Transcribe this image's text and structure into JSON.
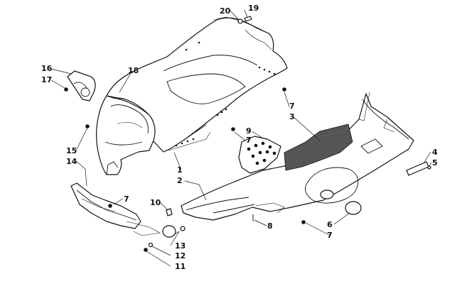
{
  "diagram": {
    "callouts": {
      "c20": "20",
      "c19": "19",
      "c16": "16",
      "c17": "17",
      "c18": "18",
      "c7a": "7",
      "c3": "3",
      "c9": "9",
      "c7b": "7",
      "c15": "15",
      "c14": "14",
      "c1": "1",
      "c2": "2",
      "c4": "4",
      "c5": "5",
      "c7c": "7",
      "c10": "10",
      "c8": "8",
      "c6": "6",
      "c7d": "7",
      "c13": "13",
      "c12": "12",
      "c11": "11"
    }
  }
}
